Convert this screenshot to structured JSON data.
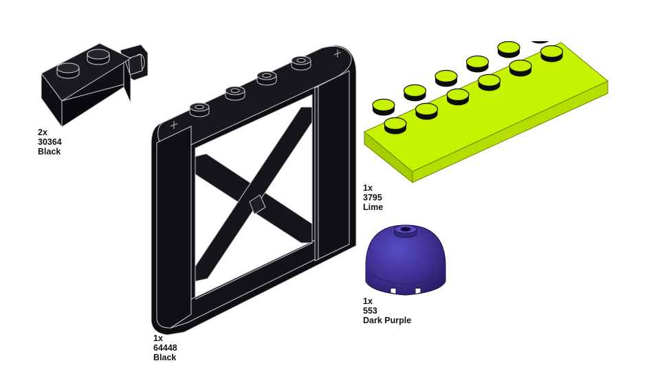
{
  "parts": [
    {
      "name": "hinge-brick",
      "quantity": "2x",
      "number": "30364",
      "color_name": "Black",
      "color_hex": "#0e0e12",
      "icon": "brick-1x2-hinge-icon"
    },
    {
      "name": "support-frame",
      "quantity": "1x",
      "number": "64448",
      "color_name": "Black",
      "color_hex": "#0e0e12",
      "icon": "support-frame-6x6-icon"
    },
    {
      "name": "plate",
      "quantity": "1x",
      "number": "3795",
      "color_name": "Lime",
      "color_hex": "#c4f000",
      "icon": "plate-2x6-icon"
    },
    {
      "name": "dome-brick",
      "quantity": "1x",
      "number": "553",
      "color_name": "Dark Purple",
      "color_hex": "#3d2e8f",
      "icon": "round-dome-brick-icon"
    }
  ]
}
